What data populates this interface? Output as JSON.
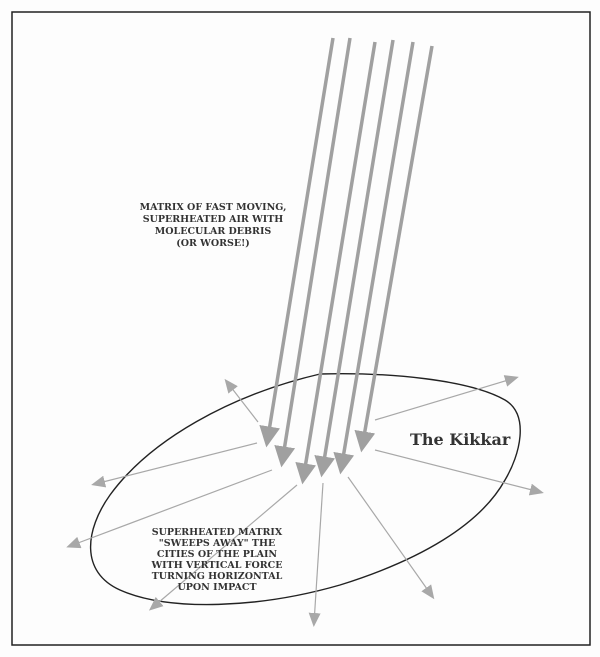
{
  "top_label": [
    "MATRIX OF FAST MOVING,",
    "SUPERHEATED AIR WITH",
    "MOLECULAR DEBRIS",
    "(OR WORSE!)"
  ],
  "region_label": "The Kikkar",
  "bottom_label": [
    "SUPERHEATED MATRIX",
    "\"SWEEPS AWAY\" THE",
    "CITIES OF THE PLAIN",
    "WITH VERTICAL FORCE",
    "TURNING HORIZONTAL",
    "UPON IMPACT"
  ],
  "colors": {
    "arrow": "#a0a0a0",
    "outline": "#222222",
    "text": "#333333"
  }
}
